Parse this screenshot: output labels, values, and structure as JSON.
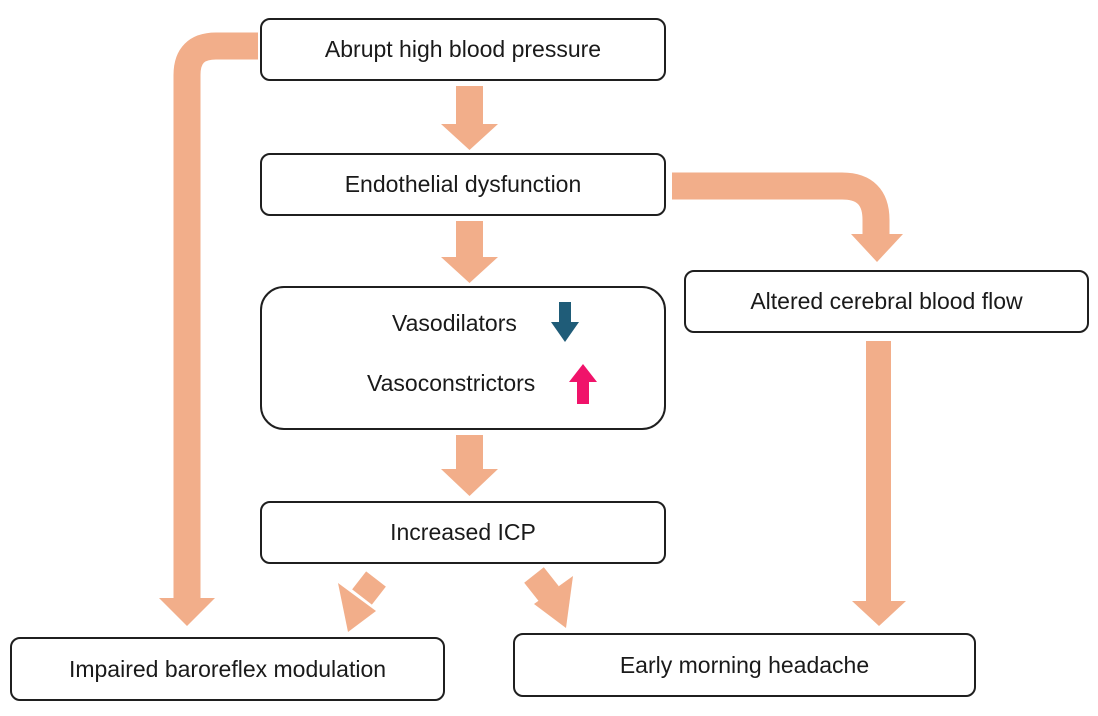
{
  "nodes": {
    "abrupt_bp": "Abrupt high blood pressure",
    "endothelial": "Endothelial dysfunction",
    "vasodilators": "Vasodilators",
    "vasoconstrictors": "Vasoconstrictors",
    "icp": "Increased ICP",
    "cerebral_flow": "Altered cerebral blood flow",
    "baroreflex": "Impaired baroreflex modulation",
    "headache": "Early morning headache"
  },
  "colors": {
    "flow_arrow": "#f2ae8a",
    "decrease_arrow": "#1f5c78",
    "increase_arrow": "#f0136a",
    "box_border": "#1f1f1f"
  },
  "indicators": {
    "vasodilators": "decrease",
    "vasoconstrictors": "increase"
  }
}
